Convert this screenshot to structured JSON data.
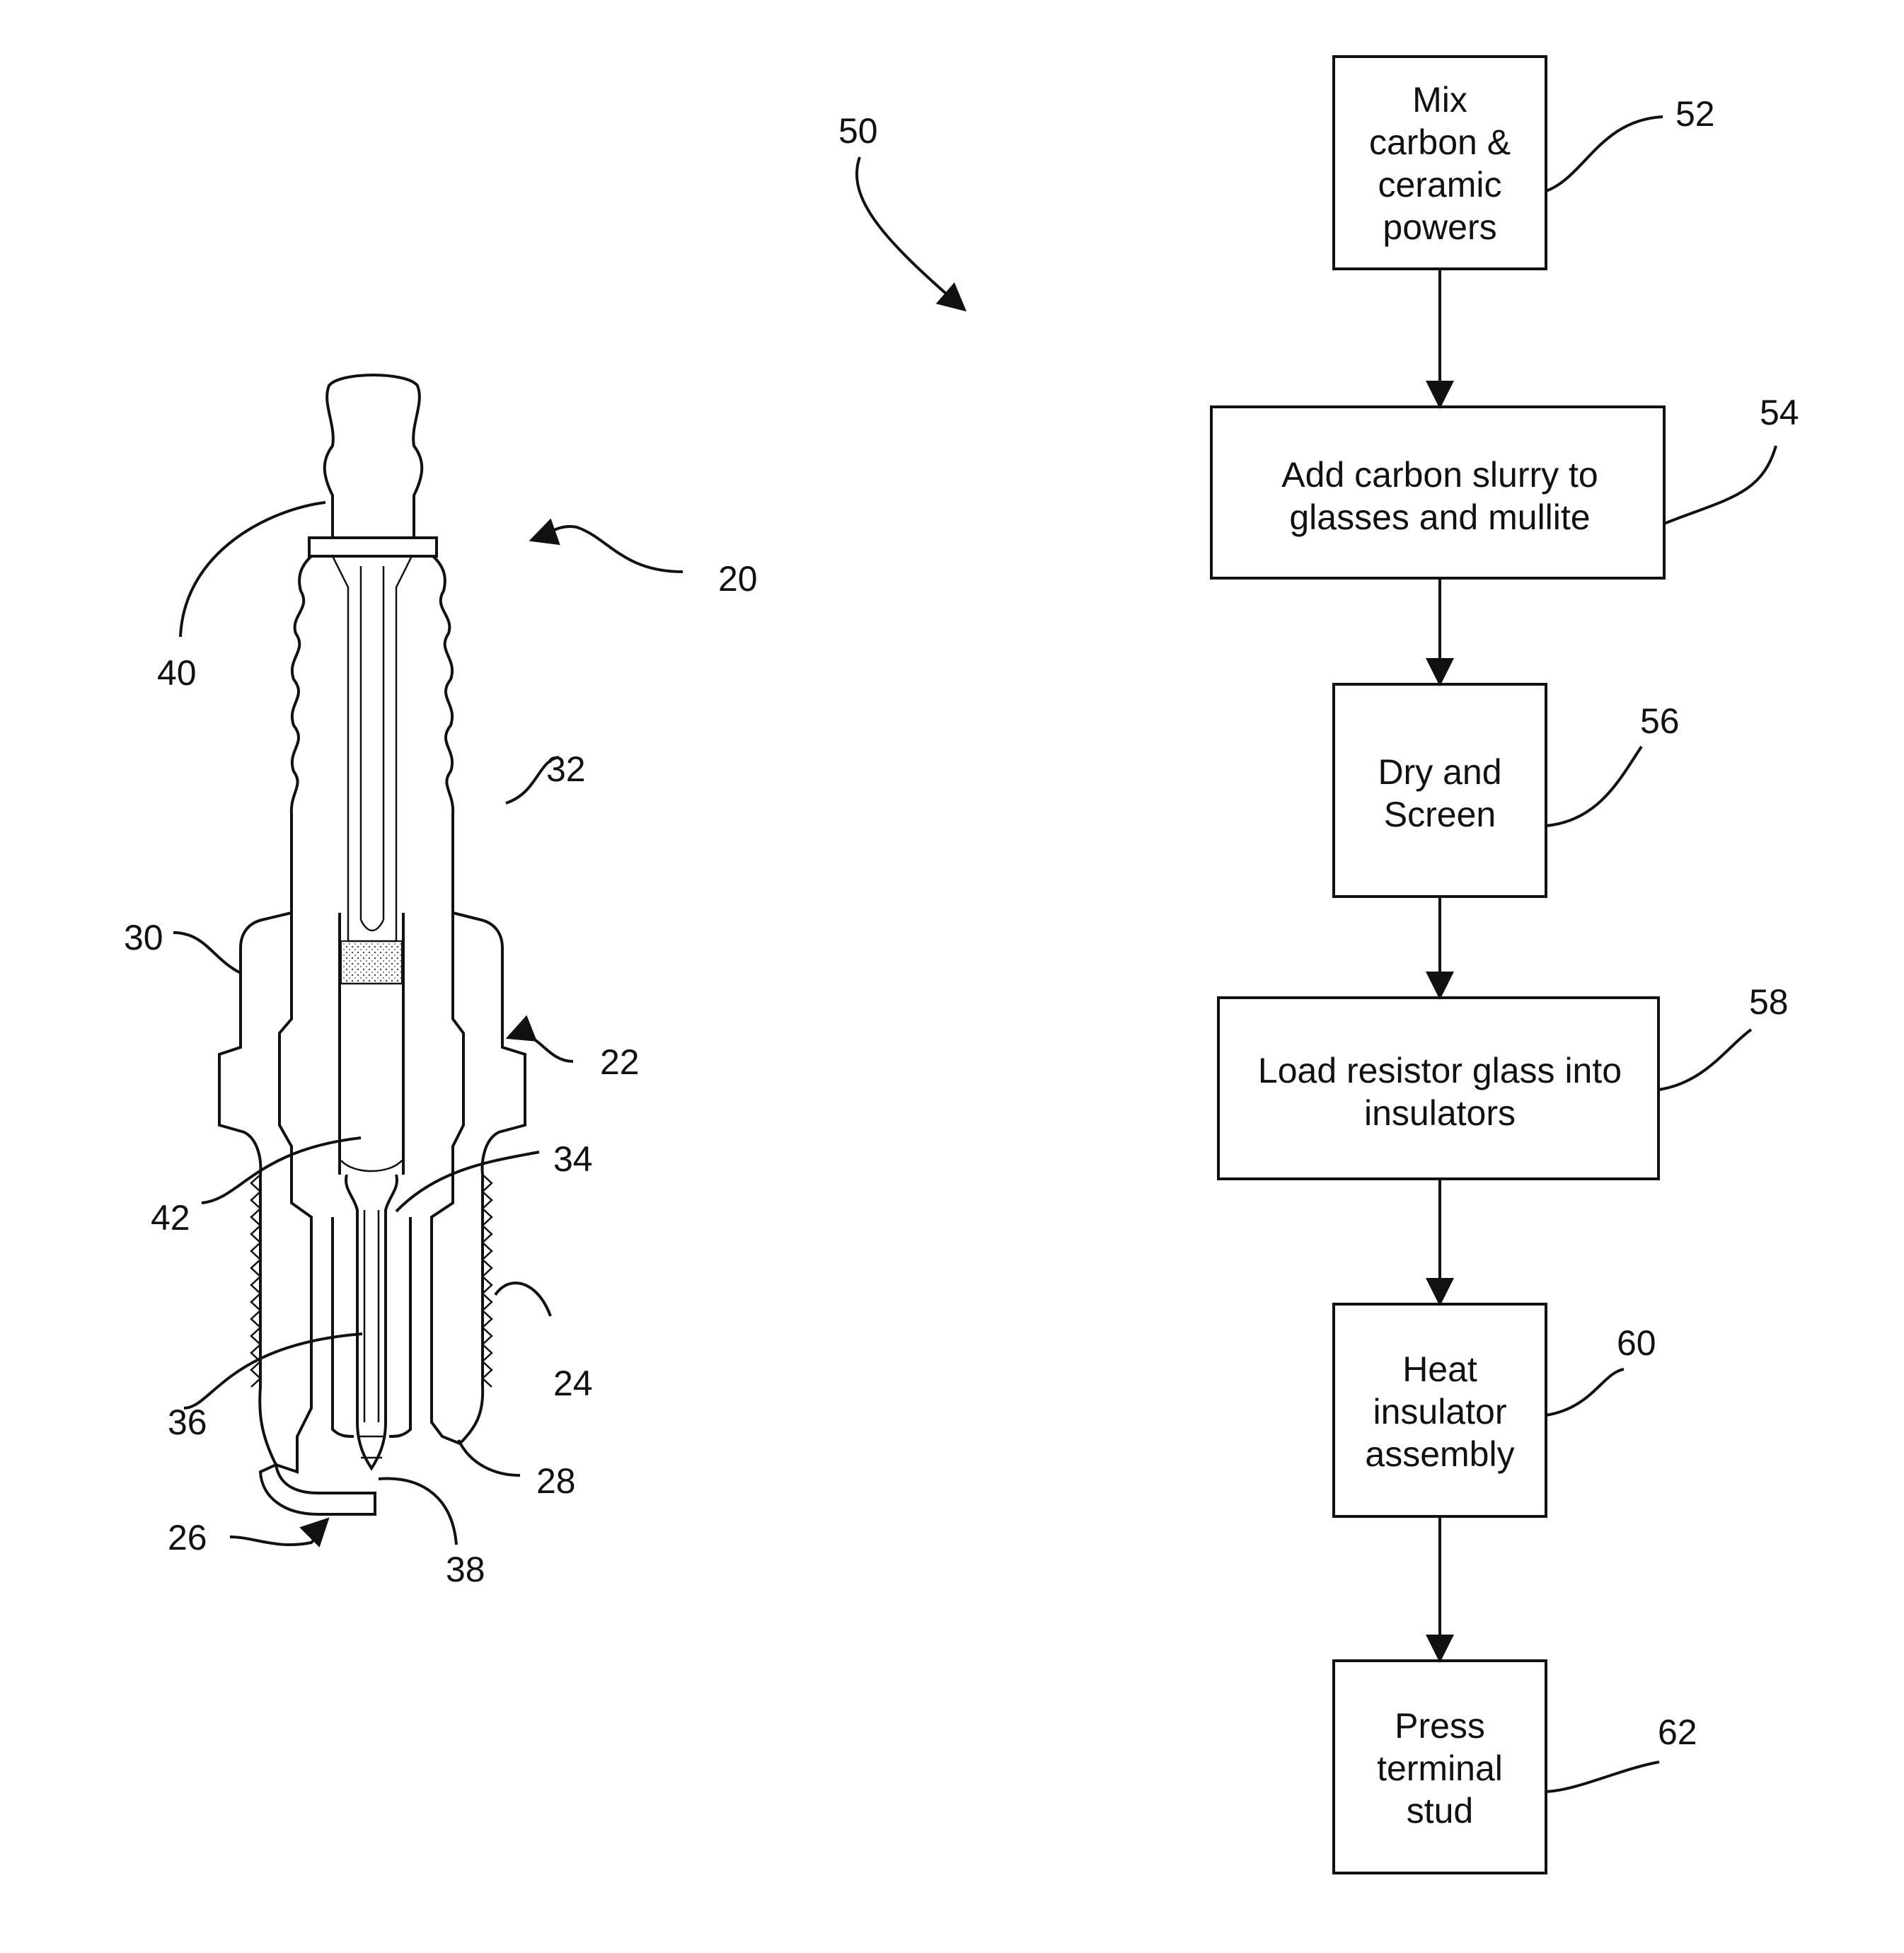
{
  "figure": {
    "reference_numerals": {
      "flowchart": "50",
      "spark_plug": "20",
      "shell": "22",
      "threads": "24",
      "ground_electrode": "26",
      "shell_end": "28",
      "hex": "30",
      "insulator": "32",
      "center_electrode_head": "34",
      "center_electrode": "36",
      "firing_tip": "38",
      "terminal": "40",
      "resistor": "42"
    },
    "steps": [
      {
        "ref": "52",
        "lines": [
          "Mix",
          "carbon &",
          "ceramic",
          "powers"
        ]
      },
      {
        "ref": "54",
        "lines": [
          "Add carbon slurry to",
          "glasses and mullite"
        ]
      },
      {
        "ref": "56",
        "lines": [
          "Dry and",
          "Screen"
        ]
      },
      {
        "ref": "58",
        "lines": [
          "Load resistor glass into",
          "insulators"
        ]
      },
      {
        "ref": "60",
        "lines": [
          "Heat",
          "insulator",
          "assembly"
        ]
      },
      {
        "ref": "62",
        "lines": [
          "Press",
          "terminal",
          "stud"
        ]
      }
    ]
  }
}
